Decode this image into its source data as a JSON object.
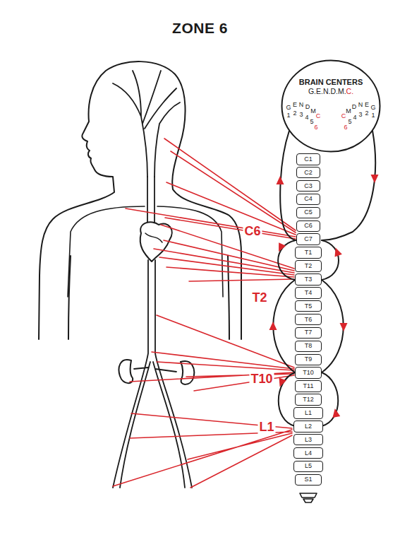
{
  "diagram": {
    "title": "ZONE 6",
    "nodes": [
      {
        "text": [
          "BRAIN CENTERS",
          "G.E.N.D.M.",
          "C."
        ]
      },
      {
        "text": [
          "C1"
        ]
      },
      {
        "text": [
          "C2"
        ]
      },
      {
        "text": [
          "C3"
        ]
      },
      {
        "text": [
          "C4"
        ]
      },
      {
        "text": [
          "C5"
        ]
      },
      {
        "text": [
          "C6"
        ]
      },
      {
        "text": [
          "C7"
        ]
      },
      {
        "text": [
          "T1"
        ]
      },
      {
        "text": [
          "T2"
        ]
      },
      {
        "text": [
          "T3"
        ]
      },
      {
        "text": [
          "T4"
        ]
      },
      {
        "text": [
          "T5"
        ]
      },
      {
        "text": [
          "T6"
        ]
      },
      {
        "text": [
          "T7"
        ]
      },
      {
        "text": [
          "T8"
        ]
      },
      {
        "text": [
          "T9"
        ]
      },
      {
        "text": [
          "T10"
        ]
      },
      {
        "text": [
          "T11"
        ]
      },
      {
        "text": [
          "T12"
        ]
      },
      {
        "text": [
          "L1"
        ]
      },
      {
        "text": [
          "L2"
        ]
      },
      {
        "text": [
          "L3"
        ]
      },
      {
        "text": [
          "L4"
        ]
      },
      {
        "text": [
          "L5"
        ]
      },
      {
        "text": [
          "S1"
        ]
      }
    ],
    "labels": [
      "G",
      "E",
      "N",
      "D",
      "M",
      "C",
      "1",
      "2",
      "3",
      "4",
      "5",
      "6",
      "C",
      "M",
      "D",
      "N",
      "E",
      "G",
      "6",
      "5",
      "4",
      "3",
      "2",
      "1",
      "C6",
      "T2",
      "T10",
      "L1"
    ]
  }
}
